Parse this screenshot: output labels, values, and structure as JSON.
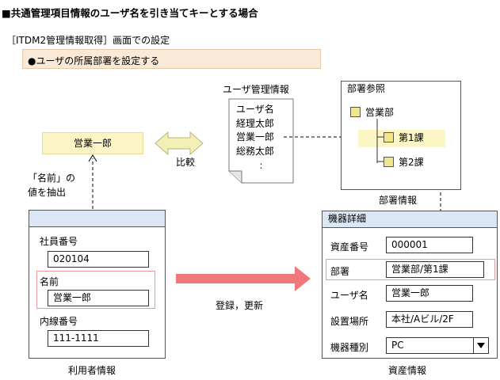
{
  "title": "■共通管理項目情報のユーザ名を引き当てキーとする場合",
  "subtitle": "［ITDM2管理情報取得］画面での設定",
  "instruction": "●ユーザの所属部署を設定する",
  "name_value": "営業一郎",
  "compare_label": "比較",
  "extract_label": [
    "「名前」の",
    "値を抽出"
  ],
  "user_mgmt": {
    "title": "ユーザ管理情報",
    "header": "ユーザ名",
    "rows": [
      "経理太郎",
      "営業一郎",
      "総務太郎"
    ],
    "more": "："
  },
  "dept_panel": {
    "title": "部署参照",
    "root": "営業部",
    "children": [
      "第1課",
      "第2課"
    ],
    "caption": "部署情報"
  },
  "user_panel": {
    "fields": [
      {
        "label": "社員番号",
        "value": "020104"
      },
      {
        "label": "名前",
        "value": "営業一郎"
      },
      {
        "label": "内線番号",
        "value": "111-1111"
      }
    ],
    "caption": "利用者情報"
  },
  "register_label": "登録，更新",
  "asset_panel": {
    "title": "機器詳細",
    "fields": [
      {
        "label": "資産番号",
        "value": "000001"
      },
      {
        "label": "部署",
        "value": "営業部/第1課"
      },
      {
        "label": "ユーザ名",
        "value": "営業一郎"
      },
      {
        "label": "設置場所",
        "value": "本社/Aビル/2F"
      },
      {
        "label": "機器種別",
        "value": "PC"
      }
    ],
    "caption": "資産情報"
  },
  "colors": {
    "instruction_bg": "#fbe9d8",
    "name_bg": "#fbf5c6",
    "panel_header": "#dbe7f5",
    "arrow_pink": "#f0787a",
    "highlight_frame": "#e89a9a"
  }
}
